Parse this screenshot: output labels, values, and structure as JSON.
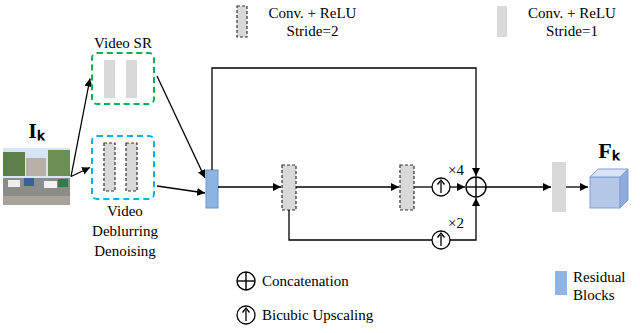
{
  "diagram": {
    "nodes": [
      {
        "text": [
          "Iₖ"
        ]
      },
      {
        "text": [
          "Video SR"
        ]
      },
      {
        "text": [
          "Video Deblurring Denoising"
        ]
      },
      {
        "text": [
          "Fₖ"
        ]
      }
    ],
    "edges": [
      {
        "from": 0,
        "to": 1,
        "arrow": "to"
      },
      {
        "from": 0,
        "to": 2,
        "arrow": "to"
      }
    ],
    "labels": [
      "×4",
      "×2"
    ],
    "legend": [
      {
        "text": "Conv. + ReLU Stride=2"
      },
      {
        "text": "Conv. + ReLU Stride=1",
        "color": "#d9d9d9"
      },
      {
        "text": "Concatenation"
      },
      {
        "text": "Bicubic Upscaling"
      },
      {
        "text": "Residual Blocks",
        "color": "#8eb4e3"
      }
    ]
  }
}
